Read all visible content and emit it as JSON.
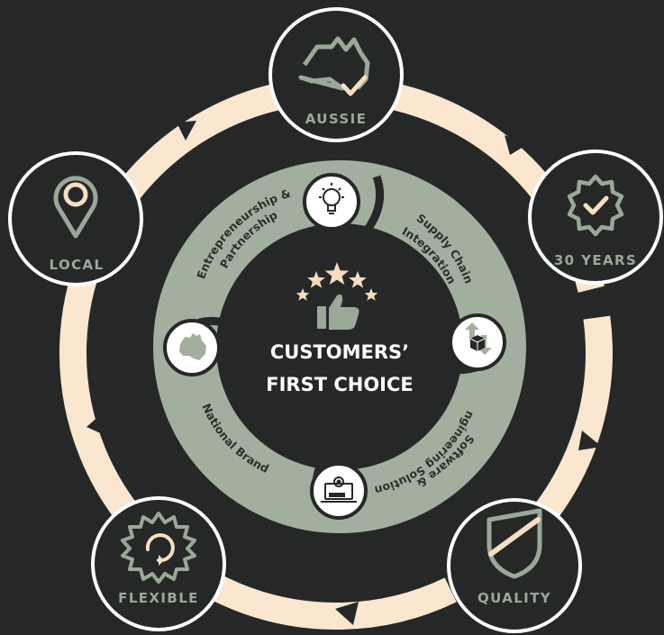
{
  "center": {
    "title_line1": "CUSTOMERS’",
    "title_line2": "FIRST CHOICE",
    "icon": "thumbs-up-stars-icon"
  },
  "outer_nodes": [
    {
      "label": "AUSSIE",
      "icon": "australia-check-icon"
    },
    {
      "label": "30 YEARS",
      "icon": "badge-check-icon"
    },
    {
      "label": "QUALITY",
      "icon": "shield-icon"
    },
    {
      "label": "FLEXIBLE",
      "icon": "gear-refresh-icon"
    },
    {
      "label": "LOCAL",
      "icon": "location-pin-icon"
    }
  ],
  "inner_segments": [
    {
      "line1": "Entrepreneurship &",
      "line2": "Partnership",
      "icon": "lightbulb-icon"
    },
    {
      "line1": "Supply Chain",
      "line2": "Integration",
      "icon": "package-arrows-icon"
    },
    {
      "line1": "Software &",
      "line2": "Engineering Solutions",
      "icon": "laptop-gear-icon"
    },
    {
      "line1": "National Brand",
      "line2": "",
      "icon": "australia-map-icon"
    }
  ],
  "colors": {
    "background": "#262828",
    "outer_ring": "#fbe7cf",
    "inner_ring": "#a2af9f",
    "node_accent": "#9aa898",
    "check_accent": "#f6dfc3",
    "star": "#f6dcc0"
  }
}
